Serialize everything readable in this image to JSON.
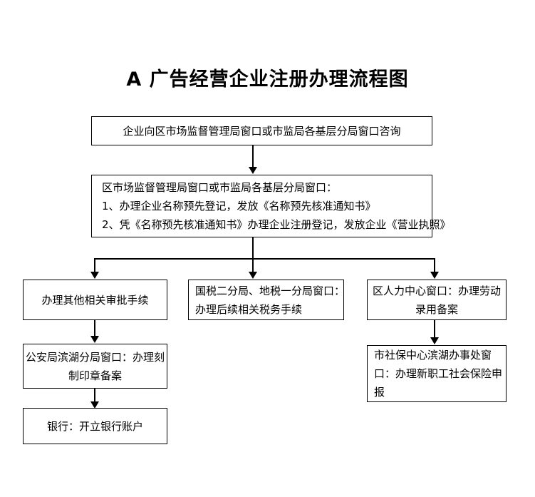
{
  "page": {
    "title": "A 广告经营企业注册办理流程图",
    "background_color": "#ffffff",
    "line_color": "#000000",
    "text_color": "#000000"
  },
  "nodes": {
    "start": {
      "lines": [
        "企业向区市场监督管理局窗口或市监局各基层分局窗口咨询"
      ]
    },
    "registration": {
      "lines": [
        "区市场监督管理局窗口或市监局各基层分局窗口：",
        "1、办理企业名称预先登记，发放《名称预先核准通知书》",
        "2、凭《名称预先核准通知书》办理企业注册登记，发放企业《营业执照》"
      ]
    },
    "other_approval": {
      "lines": [
        "办理其他相关审批手续"
      ]
    },
    "tax_window": {
      "lines": [
        "国税二分局、地税一分局窗口：",
        "办理后续相关税务手续"
      ]
    },
    "labor_window": {
      "lines": [
        "区人力中心窗口：办理劳动",
        "录用备案"
      ]
    },
    "police_seal": {
      "lines": [
        "公安局滨湖分局窗口：办理刻",
        "制印章备案"
      ]
    },
    "social_insurance": {
      "lines": [
        "市社保中心滨湖办事处窗",
        "口：办理新职工社会保险申",
        "报"
      ]
    },
    "bank_account": {
      "lines": [
        "银行：开立银行账户"
      ]
    }
  }
}
